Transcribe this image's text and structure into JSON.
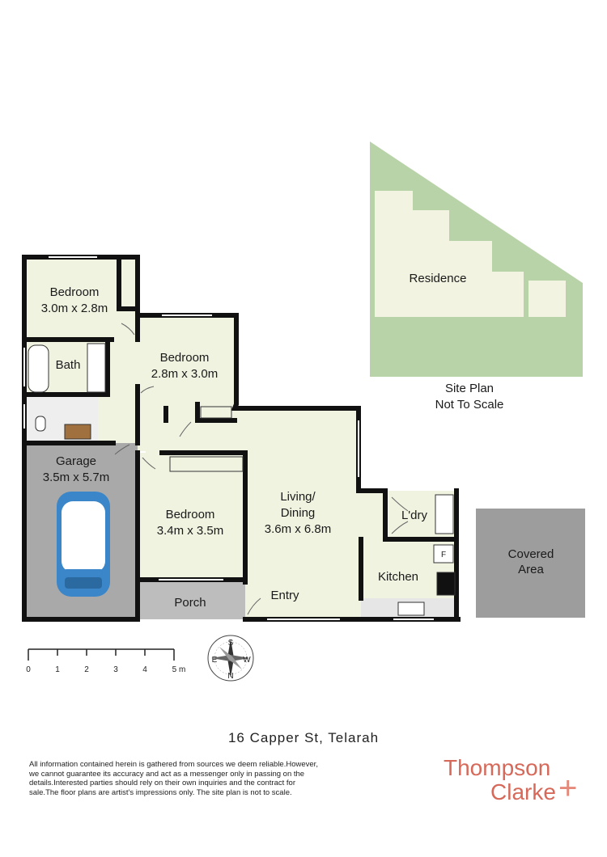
{
  "rooms": {
    "bedroom1": {
      "name": "Bedroom",
      "size": "3.0m x 2.8m"
    },
    "bedroom2": {
      "name": "Bedroom",
      "size": "2.8m x 3.0m"
    },
    "bedroom3": {
      "name": "Bedroom",
      "size": "3.4m x 3.5m"
    },
    "bath": "Bath",
    "garage": {
      "name": "Garage",
      "size": "3.5m x 5.7m"
    },
    "living": {
      "line1": "Living/",
      "line2": "Dining",
      "size": "3.6m x 6.8m"
    },
    "laundry": "L'dry",
    "kitchen": "Kitchen",
    "fridge": "F",
    "porch": "Porch",
    "entry": "Entry",
    "covered": {
      "line1": "Covered",
      "line2": "Area"
    }
  },
  "site_plan": {
    "residence": "Residence",
    "caption_line1": "Site Plan",
    "caption_line2": "Not To Scale"
  },
  "scale_bar": {
    "ticks": [
      "0",
      "1",
      "2",
      "3",
      "4",
      "5 m"
    ]
  },
  "compass": {
    "labels": [
      "S",
      "W",
      "N",
      "E"
    ]
  },
  "address": "16 Capper St, Telarah",
  "disclaimer": "All information contained herein is gathered from sources we deem reliable.However, we cannot guarantee its accuracy and act as a messenger only in passing on the details.Interested parties should rely on their own inquiries and the contract for sale.The floor plans are artist's impressions only. The site plan is not to scale.",
  "brand": {
    "line1": "Thompson",
    "line2": "Clarke",
    "mark": "+"
  },
  "colors": {
    "interior": "#f1f3e1",
    "wall": "#111111",
    "garage": "#a9a9a9",
    "porch": "#bdbdbd",
    "site_green": "#b9d3a9",
    "site_building": "#f2f3e0",
    "covered": "#9d9d9d",
    "car": "#3a86c9",
    "brand": "#d6695a"
  }
}
